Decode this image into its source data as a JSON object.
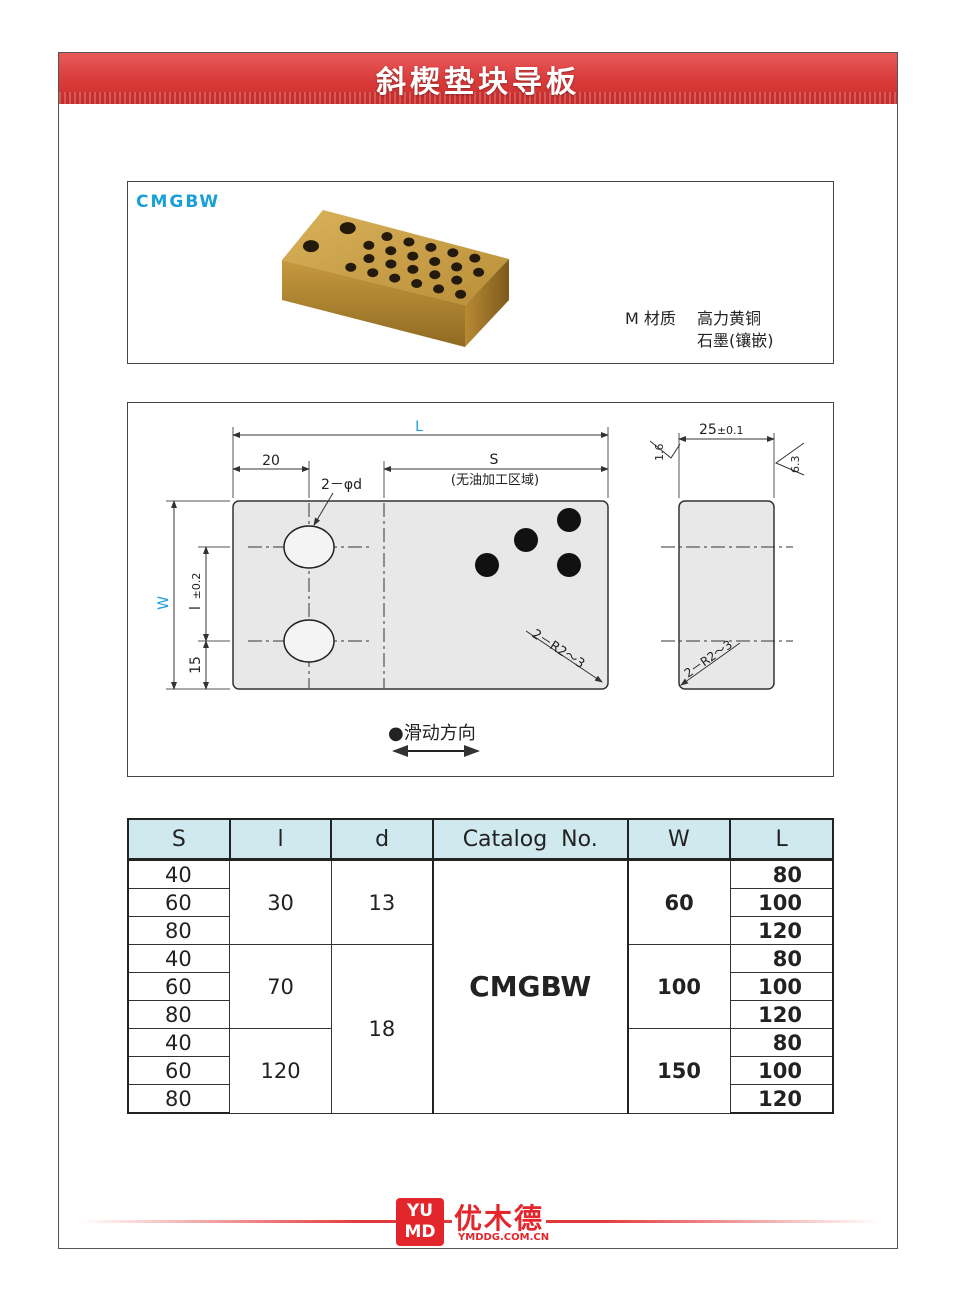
{
  "header": {
    "title": "斜楔垫块导板"
  },
  "product": {
    "code": "CMGBW",
    "material_key": "M 材质",
    "material_lines": [
      "高力黄铜",
      "石墨(镶嵌)"
    ]
  },
  "drawing": {
    "dim_L": "L",
    "dim_20": "20",
    "dim_S": "S",
    "dim_S_note": "(无油加工区域)",
    "dim_hole": "2－φd",
    "dim_W": "W",
    "dim_l": "l",
    "dim_l_tol": "±0.2",
    "dim_15": "15",
    "corner_front": "2－R2～3",
    "dim_25": "25",
    "dim_25_tol": "±0.1",
    "rough_left": "1.6",
    "rough_right": "6.3",
    "corner_side": "2－R2～3",
    "slide_label": "●滑动方向"
  },
  "table": {
    "headers": [
      "S",
      "l",
      "d",
      "Catalog  No.",
      "W",
      "L"
    ],
    "S": [
      "40",
      "60",
      "80",
      "40",
      "60",
      "80",
      "40",
      "60",
      "80"
    ],
    "l": [
      "30",
      "70",
      "120"
    ],
    "d": [
      "13",
      "18"
    ],
    "catalog": "CMGBW",
    "W": [
      "60",
      "100",
      "150"
    ],
    "L": [
      "80",
      "100",
      "120",
      "80",
      "100",
      "120",
      "80",
      "100",
      "120"
    ]
  },
  "footer": {
    "logo_top": "YU",
    "logo_bottom": "MD",
    "brand": "优木德",
    "url": "YMDDG.COM.CN"
  },
  "colors": {
    "banner": "#d93a3a",
    "accent": "#1aa0d8",
    "header_cell": "#cfe9ee",
    "brand": "#e3262b"
  }
}
